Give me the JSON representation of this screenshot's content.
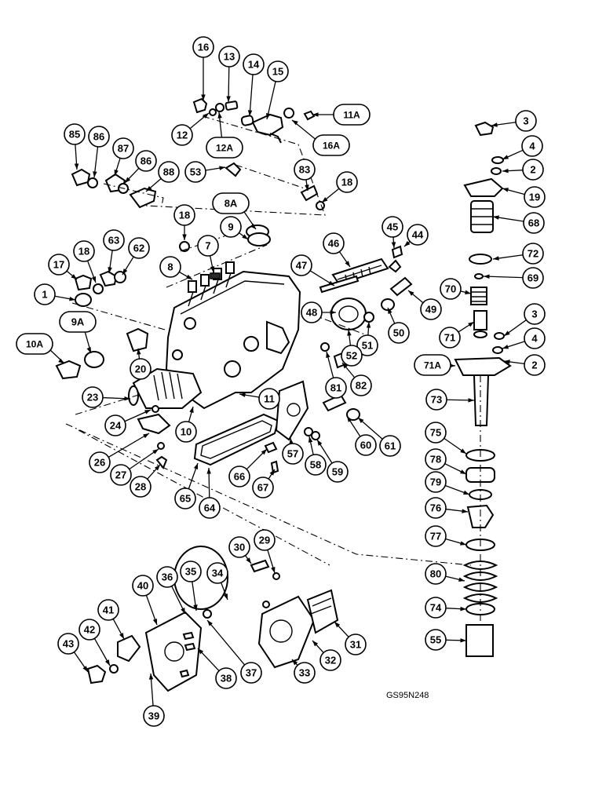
{
  "diagram": {
    "code": "GS95N248",
    "callouts": [
      {
        "id": "c16",
        "label": "16"
      },
      {
        "id": "c13",
        "label": "13"
      },
      {
        "id": "c14",
        "label": "14"
      },
      {
        "id": "c15",
        "label": "15"
      },
      {
        "id": "c12",
        "label": "12"
      },
      {
        "id": "c12A",
        "label": "12A"
      },
      {
        "id": "c11A",
        "label": "11A"
      },
      {
        "id": "c16A",
        "label": "16A"
      },
      {
        "id": "c85",
        "label": "85"
      },
      {
        "id": "c86a",
        "label": "86"
      },
      {
        "id": "c87",
        "label": "87"
      },
      {
        "id": "c86b",
        "label": "86"
      },
      {
        "id": "c88",
        "label": "88"
      },
      {
        "id": "c53",
        "label": "53"
      },
      {
        "id": "c83",
        "label": "83"
      },
      {
        "id": "c18a",
        "label": "18"
      },
      {
        "id": "c8A",
        "label": "8A"
      },
      {
        "id": "c9",
        "label": "9"
      },
      {
        "id": "c18b",
        "label": "18"
      },
      {
        "id": "c7",
        "label": "7"
      },
      {
        "id": "c63",
        "label": "63"
      },
      {
        "id": "c62",
        "label": "62"
      },
      {
        "id": "c18c",
        "label": "18"
      },
      {
        "id": "c17",
        "label": "17"
      },
      {
        "id": "c8",
        "label": "8"
      },
      {
        "id": "c1",
        "label": "1"
      },
      {
        "id": "c47",
        "label": "47"
      },
      {
        "id": "c46",
        "label": "46"
      },
      {
        "id": "c45",
        "label": "45"
      },
      {
        "id": "c44",
        "label": "44"
      },
      {
        "id": "c49",
        "label": "49"
      },
      {
        "id": "c48",
        "label": "48"
      },
      {
        "id": "c50",
        "label": "50"
      },
      {
        "id": "c51",
        "label": "51"
      },
      {
        "id": "c52",
        "label": "52"
      },
      {
        "id": "c10A",
        "label": "10A"
      },
      {
        "id": "c9A",
        "label": "9A"
      },
      {
        "id": "c20",
        "label": "20"
      },
      {
        "id": "c81",
        "label": "81"
      },
      {
        "id": "c82",
        "label": "82"
      },
      {
        "id": "c23",
        "label": "23"
      },
      {
        "id": "c11",
        "label": "11"
      },
      {
        "id": "c24",
        "label": "24"
      },
      {
        "id": "c10",
        "label": "10"
      },
      {
        "id": "c26",
        "label": "26"
      },
      {
        "id": "c27",
        "label": "27"
      },
      {
        "id": "c28",
        "label": "28"
      },
      {
        "id": "c57",
        "label": "57"
      },
      {
        "id": "c58",
        "label": "58"
      },
      {
        "id": "c59",
        "label": "59"
      },
      {
        "id": "c60",
        "label": "60"
      },
      {
        "id": "c61",
        "label": "61"
      },
      {
        "id": "c65",
        "label": "65"
      },
      {
        "id": "c64",
        "label": "64"
      },
      {
        "id": "c66",
        "label": "66"
      },
      {
        "id": "c67",
        "label": "67"
      },
      {
        "id": "c3a",
        "label": "3"
      },
      {
        "id": "c4a",
        "label": "4"
      },
      {
        "id": "c2a",
        "label": "2"
      },
      {
        "id": "c19",
        "label": "19"
      },
      {
        "id": "c68",
        "label": "68"
      },
      {
        "id": "c72",
        "label": "72"
      },
      {
        "id": "c69",
        "label": "69"
      },
      {
        "id": "c70",
        "label": "70"
      },
      {
        "id": "c3b",
        "label": "3"
      },
      {
        "id": "c71",
        "label": "71"
      },
      {
        "id": "c4b",
        "label": "4"
      },
      {
        "id": "c71A",
        "label": "71A"
      },
      {
        "id": "c2b",
        "label": "2"
      },
      {
        "id": "c73",
        "label": "73"
      },
      {
        "id": "c75",
        "label": "75"
      },
      {
        "id": "c78",
        "label": "78"
      },
      {
        "id": "c79",
        "label": "79"
      },
      {
        "id": "c76",
        "label": "76"
      },
      {
        "id": "c77",
        "label": "77"
      },
      {
        "id": "c80",
        "label": "80"
      },
      {
        "id": "c74",
        "label": "74"
      },
      {
        "id": "c55",
        "label": "55"
      },
      {
        "id": "c30",
        "label": "30"
      },
      {
        "id": "c29",
        "label": "29"
      },
      {
        "id": "c40",
        "label": "40"
      },
      {
        "id": "c36",
        "label": "36"
      },
      {
        "id": "c35",
        "label": "35"
      },
      {
        "id": "c34",
        "label": "34"
      },
      {
        "id": "c41",
        "label": "41"
      },
      {
        "id": "c42",
        "label": "42"
      },
      {
        "id": "c43",
        "label": "43"
      },
      {
        "id": "c31",
        "label": "31"
      },
      {
        "id": "c32",
        "label": "32"
      },
      {
        "id": "c33",
        "label": "33"
      },
      {
        "id": "c37",
        "label": "37"
      },
      {
        "id": "c38",
        "label": "38"
      },
      {
        "id": "c39",
        "label": "39"
      }
    ]
  }
}
